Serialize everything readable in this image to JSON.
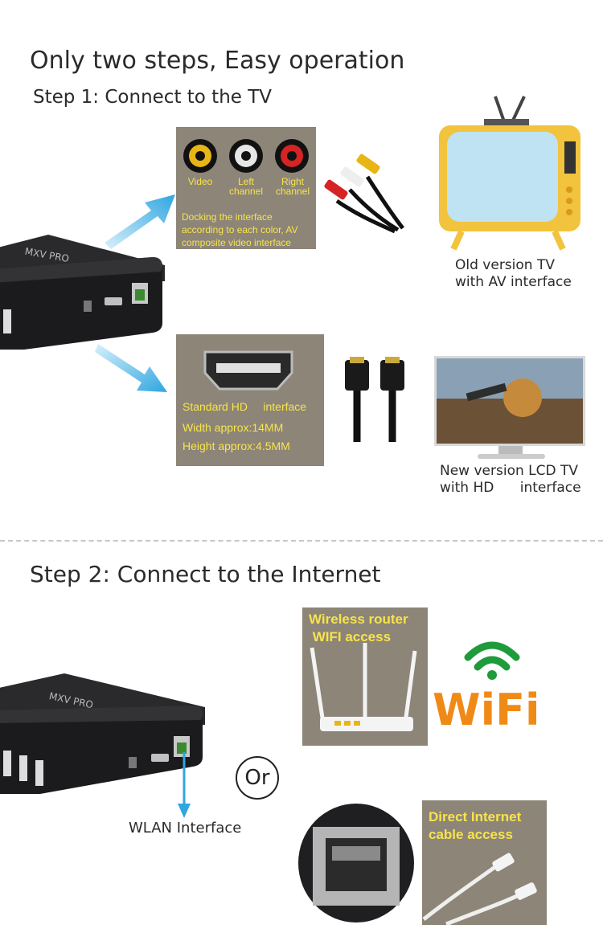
{
  "title": "Only two steps, Easy operation",
  "step1": {
    "heading": "Step 1: Connect to the TV",
    "av_panel": {
      "jacks": [
        "Video",
        "Left\nchannel",
        "Right\nchannel"
      ],
      "description": "Docking the interface\naccording to each color, AV\ncomposite video interface"
    },
    "hd_panel": {
      "line1": "Standard HD     interface",
      "line2": "Width approx:14MM",
      "line3": "Height approx:4.5MM"
    },
    "old_tv_caption": "Old version TV\nwith AV interface",
    "lcd_tv_caption": "New version LCD TV\nwith HD      interface"
  },
  "step2": {
    "heading": "Step 2: Connect to the Internet",
    "router_label": "Wireless router\n WIFI access",
    "wifi_logo": "WiFi",
    "or_label": "Or",
    "wlan_label": "WLAN Interface",
    "cable_label": "Direct Internet\ncable access"
  },
  "box_brand": "MXV PRO",
  "colors": {
    "panel_bg": "#8d8578",
    "panel_text": "#f7e44a",
    "arrow": "#2fa6e0",
    "tv_yellow": "#f2c33d",
    "tv_screen": "#bfe3f3",
    "wifi_green": "#1e9b3a",
    "wifi_orange": "#f08a16"
  },
  "icons": [
    "arrow-up-right-icon",
    "arrow-down-right-icon",
    "arrow-down-icon",
    "rca-jack-icon",
    "hdmi-port-icon",
    "ethernet-port-icon",
    "wifi-signal-icon"
  ]
}
